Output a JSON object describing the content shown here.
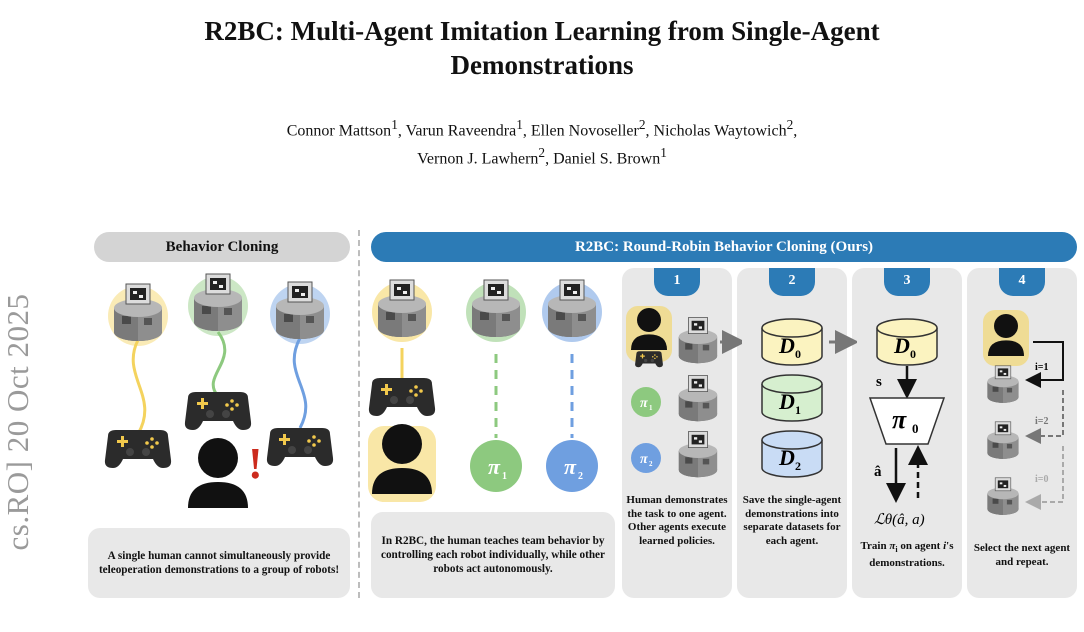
{
  "paper": {
    "title_line1": "R2BC: Multi-Agent Imitation Learning from Single-Agent",
    "title_line2": "Demonstrations",
    "authors_line1": {
      "a1": "Connor Mattson",
      "a1_sup": "1",
      "a2": "Varun Raveendra",
      "a2_sup": "1",
      "a3": "Ellen Novoseller",
      "a3_sup": "2",
      "a4": "Nicholas Waytowich",
      "a4_sup": "2"
    },
    "authors_line2": {
      "a5": "Vernon J. Lawhern",
      "a5_sup": "2",
      "a6": "Daniel S. Brown",
      "a6_sup": "1"
    },
    "arxiv_stamp": "cs.RO]  20 Oct 2025"
  },
  "figure": {
    "bc_header": "Behavior Cloning",
    "r2bc_header": "R2BC: Round-Robin Behavior Cloning (Ours)",
    "bc_caption": "A single human cannot simultaneously provide teleoperation demonstrations to a group of robots!",
    "r2bc_caption": "In R2BC, the human teaches team behavior by controlling each robot individually, while other robots act autonomously.",
    "policy_labels": [
      "π",
      "π"
    ],
    "policy_subs": [
      "1",
      "2"
    ],
    "exclaim": "!",
    "steps": [
      {
        "num": "1",
        "caption": "Human demonstrates the task to one agent. Other agents execute learned policies."
      },
      {
        "num": "2",
        "caption": "Save the single-agent demonstrations into separate datasets for each agent."
      },
      {
        "num": "3",
        "caption_pre": "Train",
        "caption_pi": "π",
        "caption_pi_sub": "i",
        "caption_mid": "on agent",
        "caption_i": "i",
        "caption_post": "'s demonstrations."
      },
      {
        "num": "4",
        "caption": "Select the next agent and repeat."
      }
    ],
    "datasets": [
      {
        "label": "D",
        "sub": "0",
        "fill": "#fbf3c0"
      },
      {
        "label": "D",
        "sub": "1",
        "fill": "#d6efcf"
      },
      {
        "label": "D",
        "sub": "2",
        "fill": "#c9dcf5"
      }
    ],
    "step3": {
      "dataset": "D",
      "dataset_sub": "0",
      "policy": "π",
      "policy_sub": "0",
      "s_label": "s",
      "a_label": "â",
      "loss": "ℒθ(â, a)"
    },
    "step4_labels": [
      "i=1",
      "i=2",
      "i=0"
    ],
    "colors": {
      "blue": "#2c7bb6",
      "yellow": "#f4d35e",
      "green": "#8dc97f",
      "policy_blue": "#6f9fe0",
      "red": "#cc2b1d",
      "gray_panel": "#e8e8e8"
    }
  }
}
